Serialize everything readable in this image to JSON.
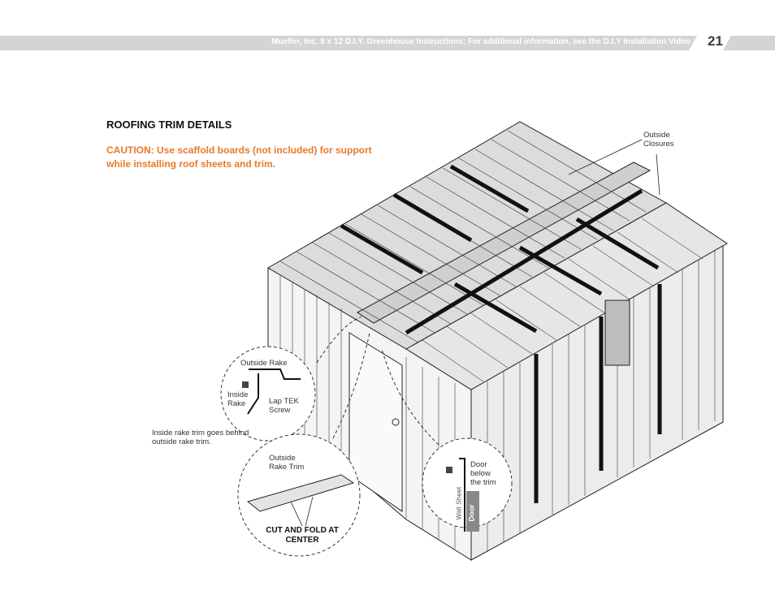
{
  "header": {
    "text": "Mueller, Inc. 9 x 12 D.I.Y. Greenhouse Instructions; For additional information, see the D.I.Y Installation Video",
    "page_number": "21"
  },
  "section": {
    "title": "ROOFING TRIM DETAILS",
    "caution": "CAUTION: Use scaffold boards (not included) for support while installing roof sheets and trim."
  },
  "callouts": {
    "outside_closures": "Outside Closures",
    "outside_rake": "Outside Rake",
    "inside_rake": "Inside Rake",
    "lap_tek_screw": "Lap TEK Screw",
    "inside_rake_note": "Inside rake trim goes behind outside rake trim.",
    "outside_rake_trim": "Outside Rake Trim",
    "cut_and_fold": "CUT AND FOLD AT CENTER",
    "door_below_trim": "Door below the trim",
    "wall_sheet": "Wall Sheet",
    "door": "Door"
  },
  "colors": {
    "caution": "#e8792a",
    "header_bar": "#d4d4d4"
  }
}
